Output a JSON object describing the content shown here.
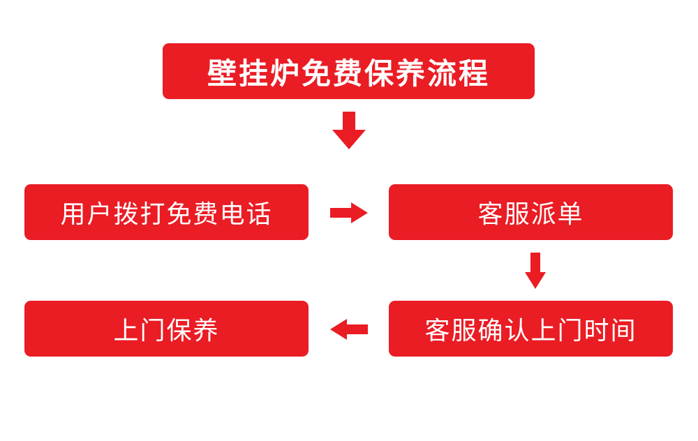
{
  "title": "壁挂炉免费保养流程",
  "steps": [
    {
      "label": "用户拨打免费电话"
    },
    {
      "label": "客服派单"
    },
    {
      "label": "客服确认上门时间"
    },
    {
      "label": "上门保养"
    }
  ],
  "colors": {
    "box_fill": "#ea1c24",
    "text": "#ffffff",
    "background": "#ffffff"
  },
  "arrows": [
    {
      "from": "title",
      "to": "step-1",
      "direction": "down",
      "icon": "arrow-down-icon"
    },
    {
      "from": "step-1",
      "to": "step-2",
      "direction": "right",
      "icon": "arrow-right-icon"
    },
    {
      "from": "step-2",
      "to": "step-3",
      "direction": "down",
      "icon": "arrow-down-icon"
    },
    {
      "from": "step-3",
      "to": "step-4",
      "direction": "left",
      "icon": "arrow-left-icon"
    }
  ]
}
